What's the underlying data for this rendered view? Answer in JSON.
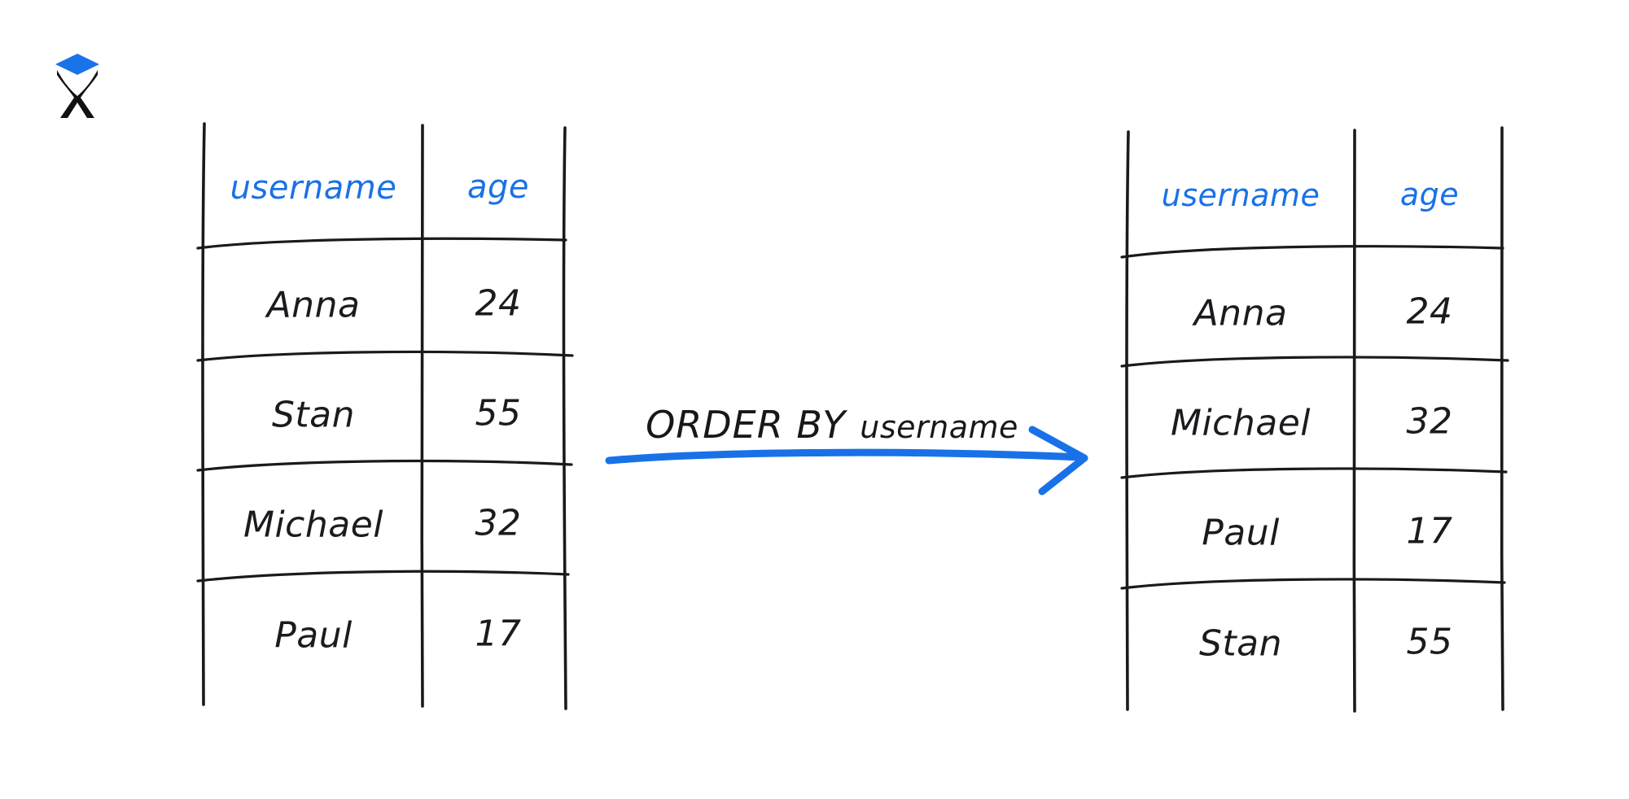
{
  "logo": {
    "name": "excalidraw-logo",
    "glyph": "X",
    "diamond_color": "#1a73e8",
    "x_color": "#111111"
  },
  "colors": {
    "header_blue": "#1971e8",
    "arrow_blue": "#1971e8",
    "ink_black": "#18181b",
    "background": "#ffffff"
  },
  "diagram": {
    "type": "sql-order-by-illustration",
    "transform_label_primary": "ORDER BY",
    "transform_label_secondary": "username",
    "transform_label_full": "ORDER BY username"
  },
  "tables": [
    {
      "id": "source-table",
      "name": "unsorted-table",
      "columns": [
        "username",
        "age"
      ],
      "rows": [
        {
          "username": "Anna",
          "age": "24"
        },
        {
          "username": "Stan",
          "age": "55"
        },
        {
          "username": "Michael",
          "age": "32"
        },
        {
          "username": "Paul",
          "age": "17"
        }
      ]
    },
    {
      "id": "result-table",
      "name": "sorted-table",
      "columns": [
        "username",
        "age"
      ],
      "rows": [
        {
          "username": "Anna",
          "age": "24"
        },
        {
          "username": "Michael",
          "age": "32"
        },
        {
          "username": "Paul",
          "age": "17"
        },
        {
          "username": "Stan",
          "age": "55"
        }
      ]
    }
  ]
}
